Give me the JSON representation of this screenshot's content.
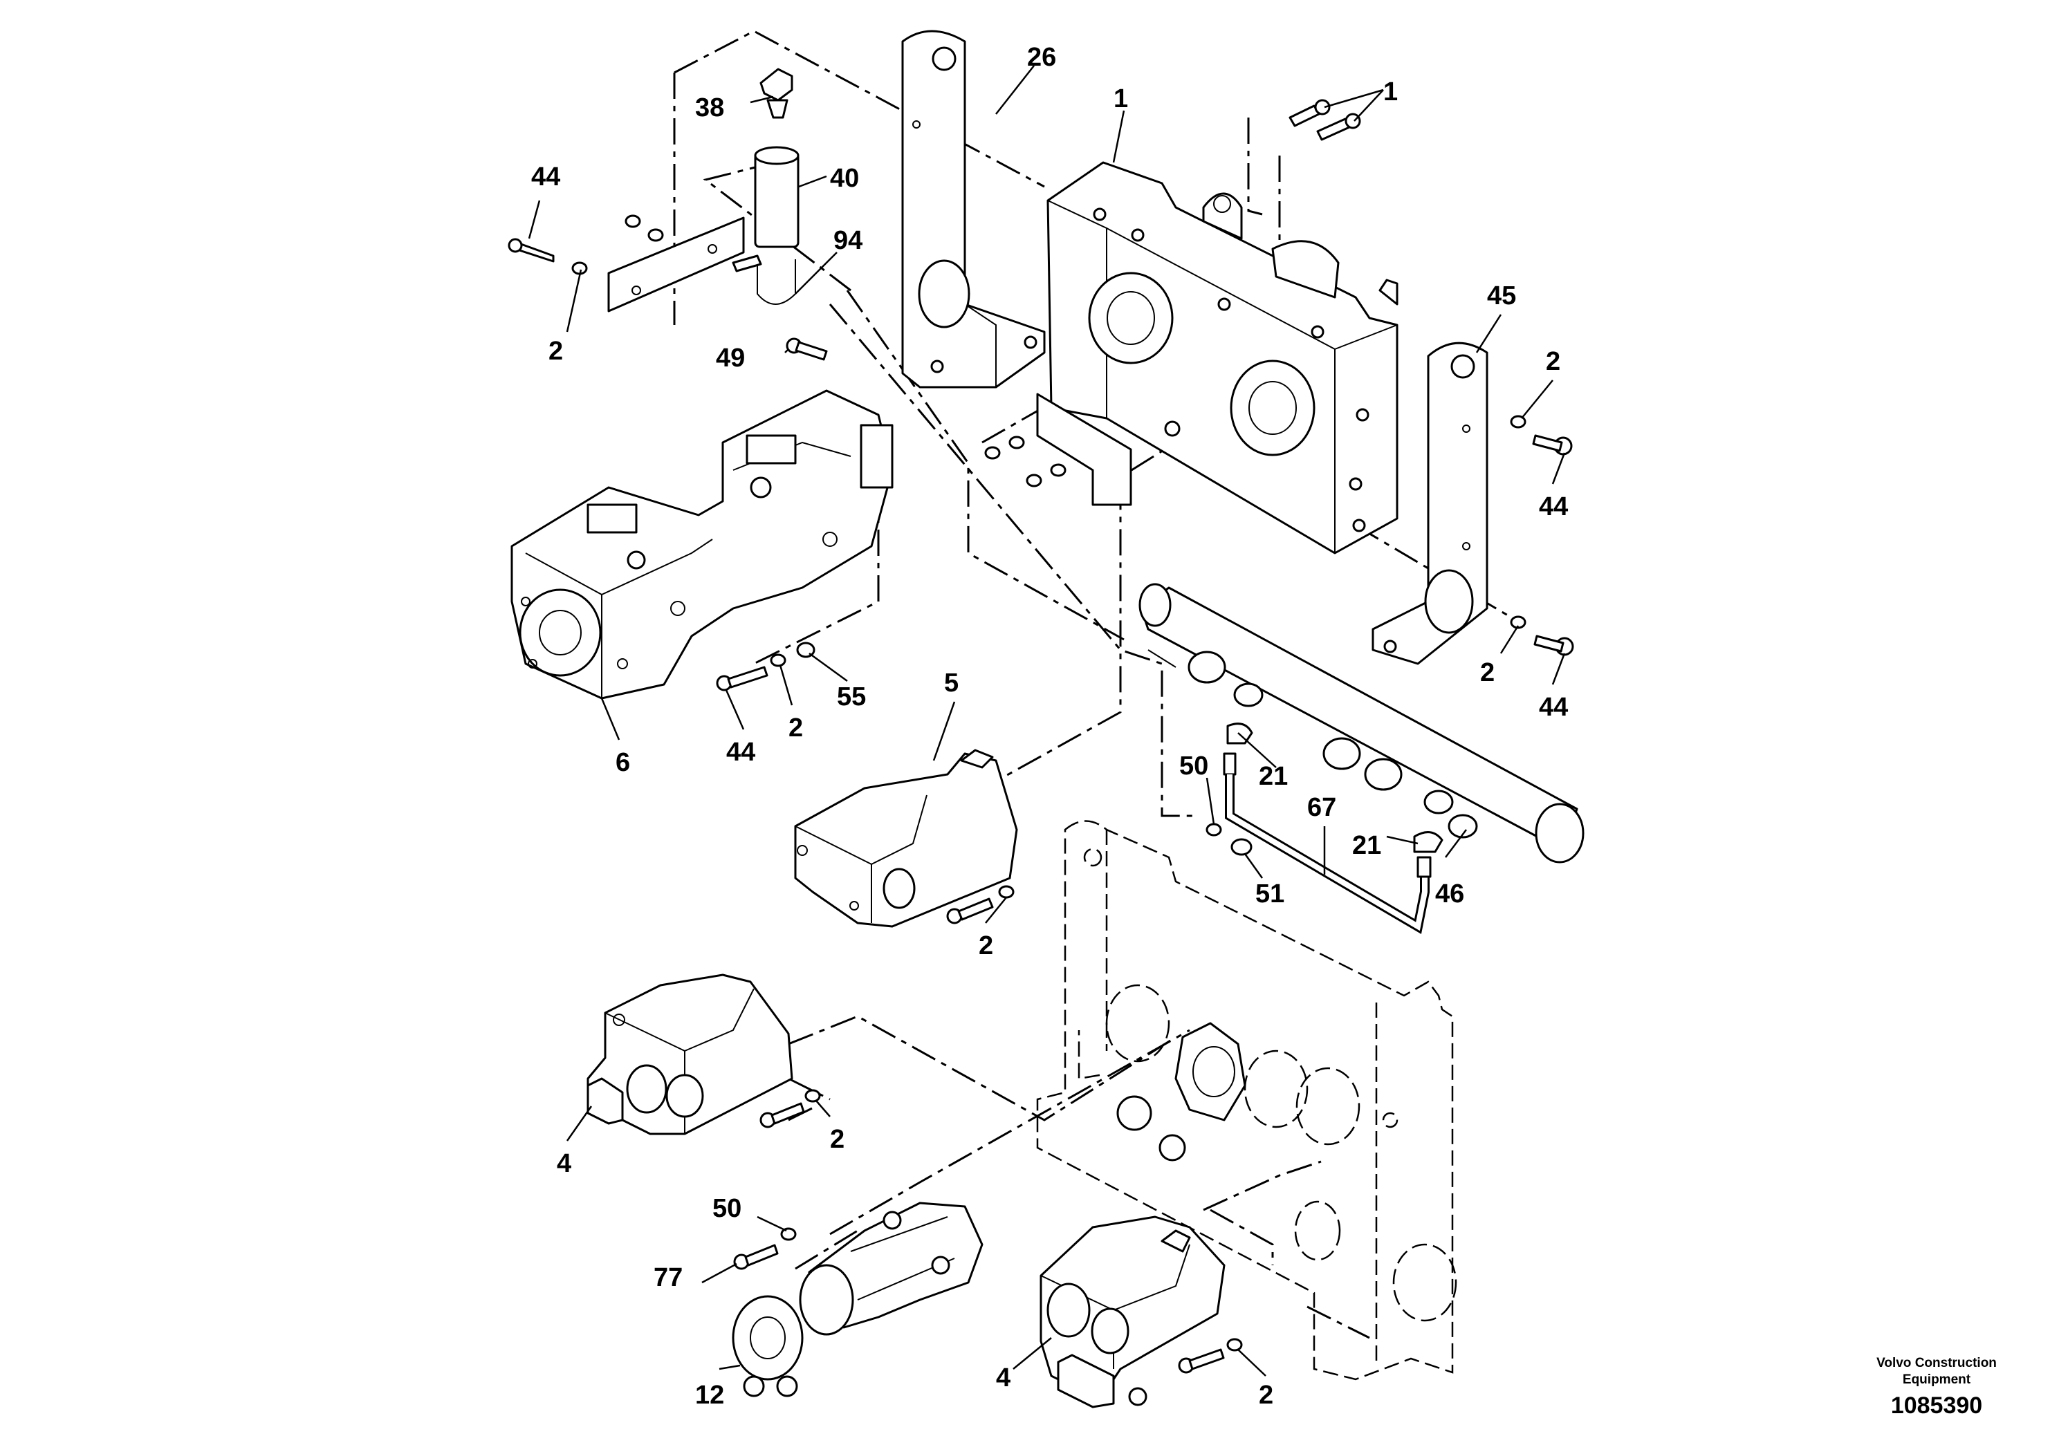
{
  "callouts": {
    "c38": "38",
    "c26": "26",
    "c1a": "1",
    "c1b": "1",
    "c44a": "44",
    "c40": "40",
    "c94": "94",
    "c2a": "2",
    "c49": "49",
    "c45": "45",
    "c2b": "2",
    "c44b": "44",
    "c2c": "2",
    "c44c": "44",
    "c55": "55",
    "c2d": "2",
    "c44d": "44",
    "c6": "6",
    "c5": "5",
    "c50a": "50",
    "c21a": "21",
    "c67": "67",
    "c21b": "21",
    "c51": "51",
    "c46": "46",
    "c2e": "2",
    "c4a": "4",
    "c2f": "2",
    "c50b": "50",
    "c77": "77",
    "c12": "12",
    "c4b": "4",
    "c2g": "2"
  },
  "footer": {
    "brand_line1": "Volvo Construction",
    "brand_line2": "Equipment",
    "drawing_number": "1085390"
  }
}
